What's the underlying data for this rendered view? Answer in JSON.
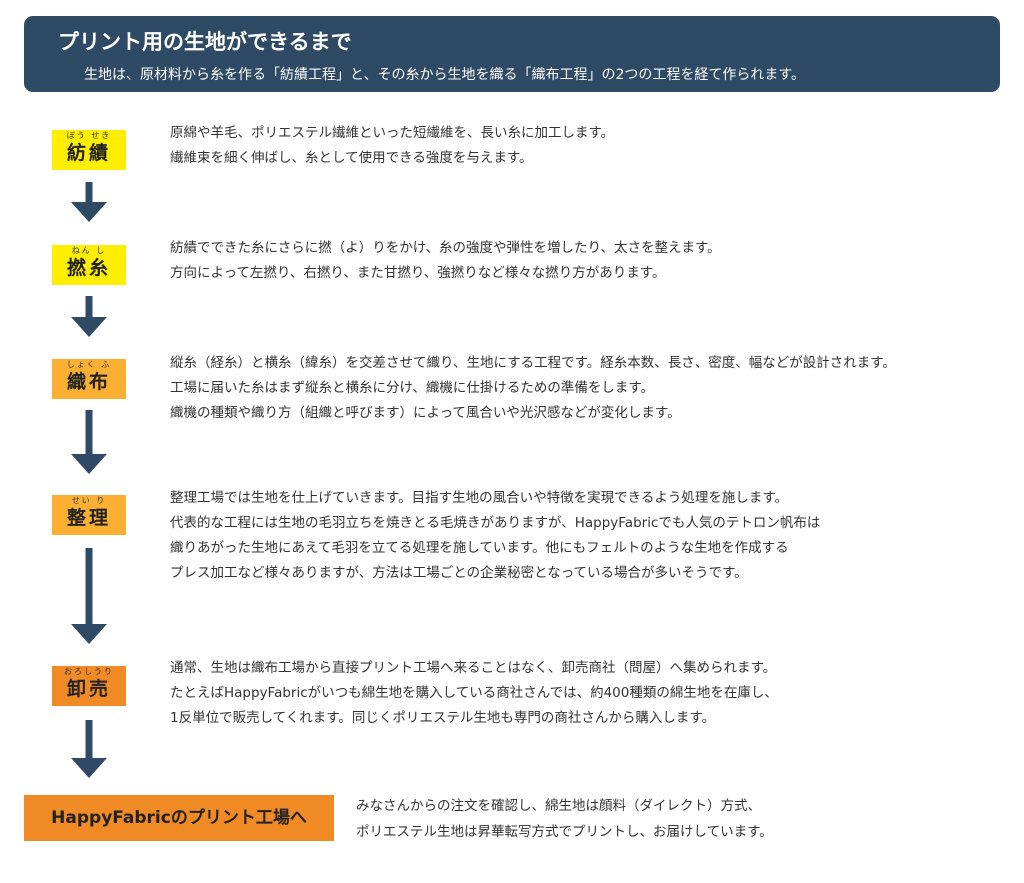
{
  "header": {
    "title": "プリント用の生地ができるまで",
    "subtitle": "生地は、原材料から糸を作る「紡績工程」と、その糸から生地を織る「織布工程」の2つの工程を経て作られます。"
  },
  "colors": {
    "banner": "#2f4a64",
    "arrow": "#2f4a64",
    "yellow": "#ffee00",
    "light_orange": "#fbb034",
    "orange": "#f08a24"
  },
  "arrow_icon": "down-arrow-icon",
  "steps": [
    {
      "ruby": "ぼう せき",
      "term": "紡績",
      "lines": [
        "原綿や羊毛、ポリエステル繊維といった短繊維を、長い糸に加工します。",
        "繊維束を細く伸ばし、糸として使用できる強度を与えます。"
      ]
    },
    {
      "ruby": "ねん し",
      "term": "撚糸",
      "lines": [
        "紡績でできた糸にさらに撚（よ）りをかけ、糸の強度や弾性を増したり、太さを整えます。",
        "方向によって左撚り、右撚り、また甘撚り、強撚りなど様々な撚り方があります。"
      ]
    },
    {
      "ruby": "しょく ふ",
      "term": "織布",
      "lines": [
        "縦糸（経糸）と横糸（緯糸）を交差させて織り、生地にする工程です。経糸本数、長さ、密度、幅などが設計されます。",
        "工場に届いた糸はまず縦糸と横糸に分け、織機に仕掛けるための準備をします。",
        "織機の種類や織り方（組織と呼びます）によって風合いや光沢感などが変化します。"
      ]
    },
    {
      "ruby": "せい り",
      "term": "整理",
      "lines": [
        "整理工場では生地を仕上げていきます。目指す生地の風合いや特徴を実現できるよう処理を施します。",
        "代表的な工程には生地の毛羽立ちを焼きとる毛焼きがありますが、HappyFabricでも人気のテトロン帆布は",
        "織りあがった生地にあえて毛羽を立てる処理を施しています。他にもフェルトのような生地を作成する",
        "プレス加工など様々ありますが、方法は工場ごとの企業秘密となっている場合が多いそうです。"
      ]
    },
    {
      "ruby": "おろしうり",
      "term": "卸売",
      "lines": [
        "通常、生地は織布工場から直接プリント工場へ来ることはなく、卸売商社（問屋）へ集められます。",
        "たとえばHappyFabricがいつも綿生地を購入している商社さんでは、約400種類の綿生地を在庫し、",
        "1反単位で販売してくれます。同じくポリエステル生地も専門の商社さんから購入します。"
      ]
    }
  ],
  "final": {
    "label": "HappyFabricのプリント工場へ",
    "lines": [
      "みなさんからの注文を確認し、綿生地は顔料（ダイレクト）方式、",
      "ポリエステル生地は昇華転写方式でプリントし、お届けしています。"
    ]
  }
}
